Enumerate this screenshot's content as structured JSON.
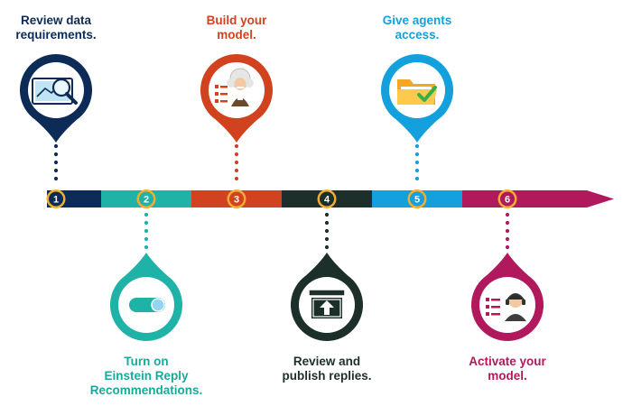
{
  "colors": {
    "step1": "#0d2b57",
    "step2": "#1fb2a7",
    "step3": "#d1421f",
    "step4": "#1d2f2a",
    "step5": "#13a0dc",
    "step6": "#b0195c",
    "badge_ring": "#f3ad33"
  },
  "steps": [
    {
      "number": "1",
      "lines": [
        "Review data",
        "requirements."
      ],
      "icon": "chart-magnifier-icon",
      "color": "#0d2b57",
      "text_color": "#0d2b57"
    },
    {
      "number": "2",
      "lines": [
        "Turn on",
        "Einstein Reply",
        "Recommendations."
      ],
      "icon": "toggle-switch-icon",
      "color": "#1fb2a7",
      "text_color": "#1aa89c"
    },
    {
      "number": "3",
      "lines": [
        "Build your",
        "model."
      ],
      "icon": "einstein-mascot-icon",
      "color": "#d1421f",
      "text_color": "#d1421f"
    },
    {
      "number": "4",
      "lines": [
        "Review and",
        "publish replies."
      ],
      "icon": "browser-upload-icon",
      "color": "#1d2f2a",
      "text_color": "#1d2f2a"
    },
    {
      "number": "5",
      "lines": [
        "Give agents",
        "access."
      ],
      "icon": "folder-check-icon",
      "color": "#13a0dc",
      "text_color": "#13a0dc"
    },
    {
      "number": "6",
      "lines": [
        "Activate your",
        "model."
      ],
      "icon": "agent-headset-icon",
      "color": "#b0195c",
      "text_color": "#b0195c"
    }
  ]
}
